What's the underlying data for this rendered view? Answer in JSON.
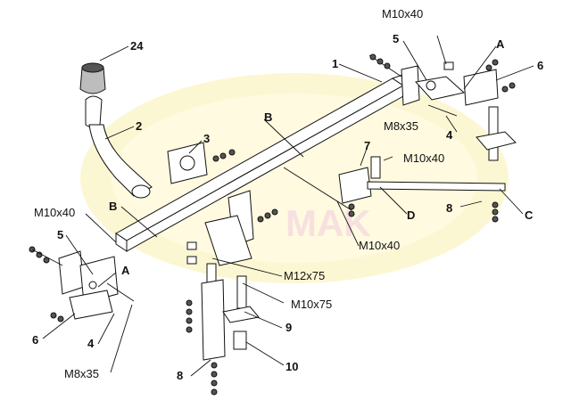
{
  "watermark_logo": "MAK",
  "labels": {
    "p24": "24",
    "p2": "2",
    "p3": "3",
    "p1": "1",
    "m10x40_top": "M10x40",
    "p5_right": "5",
    "a_right": "A",
    "p6_right": "6",
    "m8x35_right": "M8x35",
    "p4_right": "4",
    "b_top": "B",
    "p7": "7",
    "m10x40_mid": "M10x40",
    "d": "D",
    "p8_right": "8",
    "c": "C",
    "m10x40_lower": "M10x40",
    "b_left": "B",
    "m10x40_left": "M10x40",
    "p5_left": "5",
    "a_left": "A",
    "m12x75": "M12x75",
    "m10x75": "M10x75",
    "p9": "9",
    "p10": "10",
    "p8_left": "8",
    "p6_left": "6",
    "p4_left": "4",
    "m8x35_left": "M8x35"
  }
}
